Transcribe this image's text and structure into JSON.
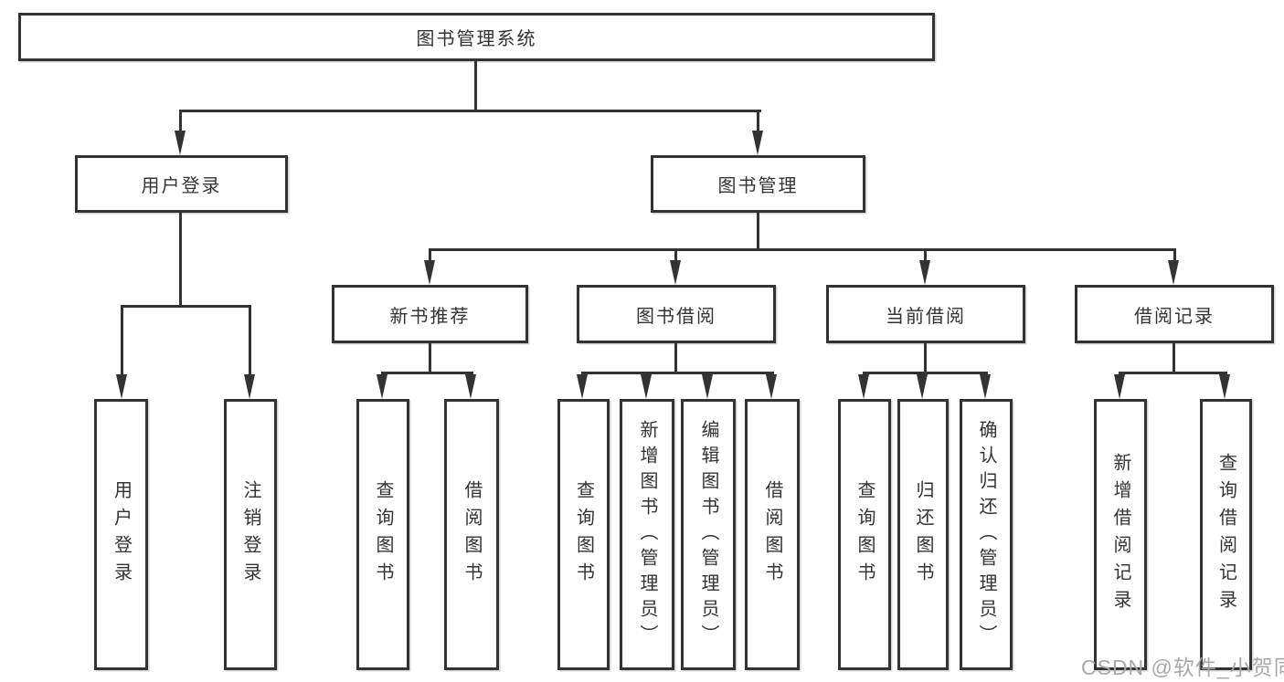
{
  "diagram": {
    "type": "tree",
    "tree": {
      "label": "图书管理系统",
      "children": [
        {
          "label": "用户登录",
          "children": [
            {
              "label": "用户登录"
            },
            {
              "label": "注销登录"
            }
          ]
        },
        {
          "label": "图书管理",
          "children": [
            {
              "label": "新书推荐",
              "children": [
                {
                  "label": "查询图书"
                },
                {
                  "label": "借阅图书"
                }
              ]
            },
            {
              "label": "图书借阅",
              "children": [
                {
                  "label": "查询图书"
                },
                {
                  "label": "新增图书（管理员）"
                },
                {
                  "label": "编辑图书（管理员）"
                },
                {
                  "label": "借阅图书"
                }
              ]
            },
            {
              "label": "当前借阅",
              "children": [
                {
                  "label": "查询图书"
                },
                {
                  "label": "归还图书"
                },
                {
                  "label": "确认归还（管理员）"
                }
              ]
            },
            {
              "label": "借阅记录",
              "children": [
                {
                  "label": "新增借阅记录"
                },
                {
                  "label": "查询借阅记录"
                }
              ]
            }
          ]
        }
      ]
    },
    "colors": {
      "line": "#333333",
      "text": "#333333",
      "box_fill": "#ffffff",
      "background": "#ffffff",
      "watermark": "#a8a8a8"
    }
  },
  "watermark": {
    "text": "CSDN @软件_小贺同学"
  }
}
